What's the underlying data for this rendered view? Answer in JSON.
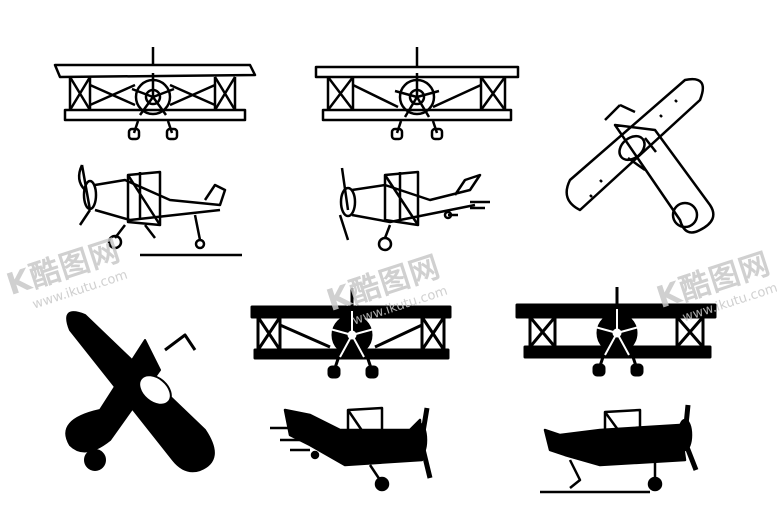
{
  "title": "",
  "watermark": {
    "logo": "K酷图网",
    "url": "www.ikutu.com"
  },
  "planes": [
    {
      "name": "biplane-front-outline-1",
      "style": "outline"
    },
    {
      "name": "biplane-front-outline-2",
      "style": "outline"
    },
    {
      "name": "biplane-top-outline",
      "style": "outline"
    },
    {
      "name": "biplane-side-outline-landing",
      "style": "outline"
    },
    {
      "name": "biplane-side-outline-flying",
      "style": "outline"
    },
    {
      "name": "biplane-top-solid",
      "style": "solid"
    },
    {
      "name": "biplane-front-solid-1",
      "style": "solid"
    },
    {
      "name": "biplane-front-solid-2",
      "style": "solid"
    },
    {
      "name": "biplane-side-solid-flying",
      "style": "solid"
    },
    {
      "name": "biplane-side-solid-landing",
      "style": "solid"
    }
  ],
  "colors": {
    "ink": "#000000",
    "paper": "#ffffff",
    "watermark": "#c8c8c8"
  }
}
